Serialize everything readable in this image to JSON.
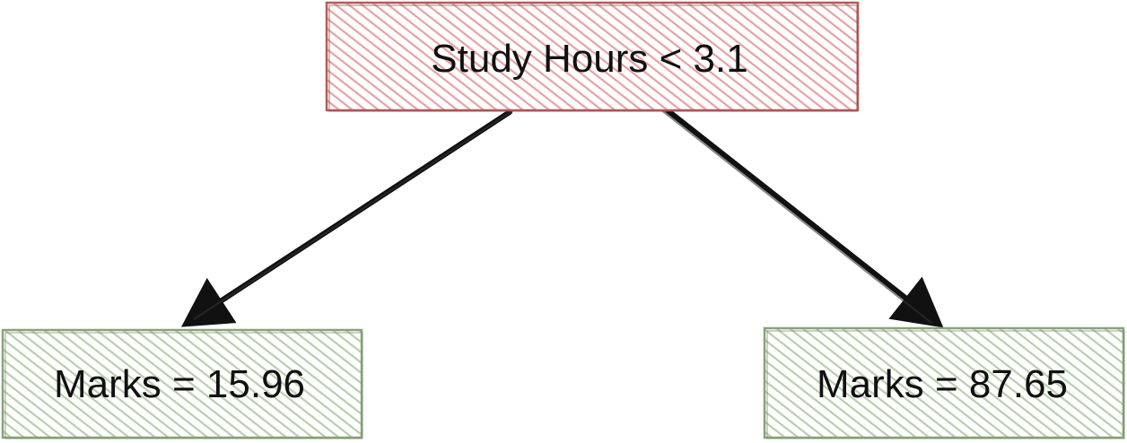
{
  "diagram": {
    "type": "decision-tree",
    "root": {
      "label": "Study Hours < 3.1",
      "fill_color": "#f3c7c7",
      "stroke_color": "#b55a5a"
    },
    "leaves": [
      {
        "label": "Marks = 15.96",
        "fill_color": "#cfe0c6",
        "stroke_color": "#8aa27c"
      },
      {
        "label": "Marks = 87.65",
        "fill_color": "#cfe0c6",
        "stroke_color": "#8aa27c"
      }
    ],
    "edge_color": "#111111"
  }
}
